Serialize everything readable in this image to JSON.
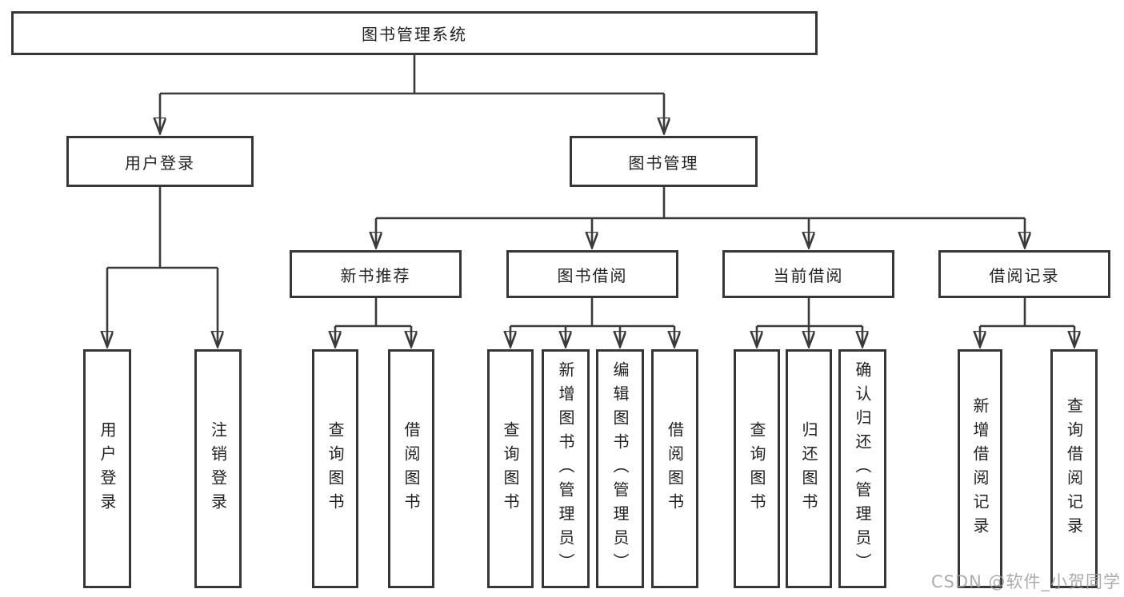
{
  "diagram": {
    "type": "hierarchy-chart",
    "root": {
      "id": "system",
      "label": "图书管理系统",
      "children": [
        {
          "id": "user_login_module",
          "label": "用户登录",
          "children": [
            {
              "id": "user_login_action",
              "label": "用户登录"
            },
            {
              "id": "logout_action",
              "label": "注销登录"
            }
          ]
        },
        {
          "id": "book_management",
          "label": "图书管理",
          "children": [
            {
              "id": "new_book_recommend",
              "label": "新书推荐",
              "children": [
                {
                  "id": "nb_query_books",
                  "label": "查询图书"
                },
                {
                  "id": "nb_borrow_books",
                  "label": "借阅图书"
                }
              ]
            },
            {
              "id": "book_borrowing",
              "label": "图书借阅",
              "children": [
                {
                  "id": "bb_query_books",
                  "label": "查询图书"
                },
                {
                  "id": "bb_add_books",
                  "label": "新增图书（管理员）"
                },
                {
                  "id": "bb_edit_books",
                  "label": "编辑图书（管理员）"
                },
                {
                  "id": "bb_borrow_books",
                  "label": "借阅图书"
                }
              ]
            },
            {
              "id": "current_borrowing",
              "label": "当前借阅",
              "children": [
                {
                  "id": "cb_query_books",
                  "label": "查询图书"
                },
                {
                  "id": "cb_return_books",
                  "label": "归还图书"
                },
                {
                  "id": "cb_confirm_return",
                  "label": "确认归还（管理员）"
                }
              ]
            },
            {
              "id": "borrow_records",
              "label": "借阅记录",
              "children": [
                {
                  "id": "br_add_record",
                  "label": "新增借阅记录"
                },
                {
                  "id": "br_query_record",
                  "label": "查询借阅记录"
                }
              ]
            }
          ]
        }
      ]
    },
    "edges": [
      [
        "图书管理系统",
        "用户登录"
      ],
      [
        "图书管理系统",
        "图书管理"
      ],
      [
        "用户登录",
        "用户登录"
      ],
      [
        "用户登录",
        "注销登录"
      ],
      [
        "图书管理",
        "新书推荐"
      ],
      [
        "图书管理",
        "图书借阅"
      ],
      [
        "图书管理",
        "当前借阅"
      ],
      [
        "图书管理",
        "借阅记录"
      ],
      [
        "新书推荐",
        "查询图书"
      ],
      [
        "新书推荐",
        "借阅图书"
      ],
      [
        "图书借阅",
        "查询图书"
      ],
      [
        "图书借阅",
        "新增图书（管理员）"
      ],
      [
        "图书借阅",
        "编辑图书（管理员）"
      ],
      [
        "图书借阅",
        "借阅图书"
      ],
      [
        "当前借阅",
        "查询图书"
      ],
      [
        "当前借阅",
        "归还图书"
      ],
      [
        "当前借阅",
        "确认归还（管理员）"
      ],
      [
        "借阅记录",
        "新增借阅记录"
      ],
      [
        "借阅记录",
        "查询借阅记录"
      ]
    ]
  },
  "colors": {
    "background": "#ffffff",
    "line": "#3a3a3a",
    "box_border": "#373737",
    "text": "#222222",
    "watermark": "#9e9e9e"
  },
  "watermark": {
    "text": "CSDN @软件_小贺同学"
  }
}
